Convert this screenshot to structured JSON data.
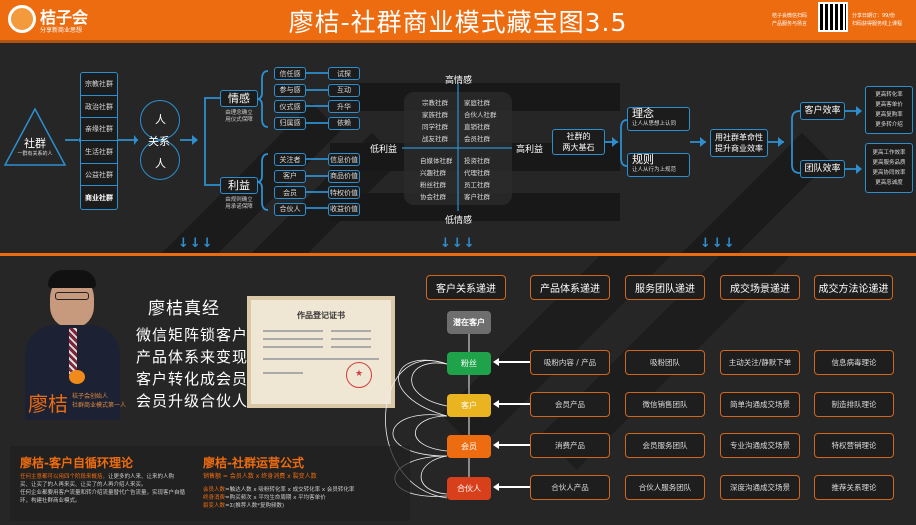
{
  "header": {
    "logo": "桔子会",
    "logo_sub": "分享新商业思想",
    "title": "廖桔-社群商业模式藏宝图3.5",
    "left_note": [
      "桔子会微信扫码",
      "产品服务与扬言"
    ],
    "right_note": [
      "分享日期订：99/份",
      "扫码获得服务线上课程"
    ],
    "accent": "#ee6c10"
  },
  "top": {
    "community": {
      "title": "社群",
      "sub": "一群有关系的人"
    },
    "types": [
      "宗教社群",
      "政治社群",
      "亲缘社群",
      "生活社群",
      "公益社群",
      "商业社群"
    ],
    "relation": {
      "top": "人",
      "mid": "关系",
      "bottom": "人"
    },
    "emotion": {
      "label": "情感",
      "sub": [
        "由理念确立",
        "用仪式保障"
      ],
      "items": [
        "信任感",
        "参与感",
        "仪式感",
        "归属感"
      ],
      "results": [
        "试探",
        "互动",
        "升华",
        "依赖"
      ]
    },
    "interest": {
      "label": "利益",
      "sub": [
        "由规则确立",
        "用承诺保障"
      ],
      "items": [
        "关注者",
        "客户",
        "会员",
        "合伙人"
      ],
      "results": [
        "信息价值",
        "商品价值",
        "特权价值",
        "收益价值"
      ]
    },
    "quadrant": {
      "top": "高情感",
      "bottom": "低情感",
      "left": "低利益",
      "right": "高利益",
      "tl": [
        "宗教社群",
        "家族社群",
        "同学社群",
        "战友社群"
      ],
      "tr": [
        "家庭社群",
        "合伙人社群",
        "直销社群",
        "会员社群"
      ],
      "bl": [
        "自媒体社群",
        "兴趣社群",
        "粉丝社群",
        "协会社群"
      ],
      "br": [
        "投资社群",
        "代理社群",
        "员工社群",
        "客户社群"
      ]
    },
    "cornerstone": [
      "社群的",
      "两大基石"
    ],
    "idea": {
      "label": "理念",
      "sub": "让人从思想上认同"
    },
    "rule": {
      "label": "规则",
      "sub": "让人从行为上规范"
    },
    "revolution": [
      "用社群革命性",
      "提升商业效率"
    ],
    "customer_eff": {
      "label": "客户效率",
      "items": [
        "更高转化率",
        "更高客单价",
        "更高复购率",
        "更多转介绍"
      ]
    },
    "team_eff": {
      "label": "团队效率",
      "items": [
        "更高工作效率",
        "更高服务品质",
        "更高协同效率",
        "更高忠诚度"
      ]
    },
    "down_arrows": "↓↓↓"
  },
  "bottom": {
    "person": {
      "name": "廖桔",
      "titles": [
        "桔子会创始人",
        "社群商业模式第一人"
      ]
    },
    "jing": {
      "title": "廖桔真经",
      "lines": [
        "微信矩阵锁客户",
        "产品体系来变现",
        "客户转化成会员",
        "会员升级合伙人"
      ]
    },
    "certificate": {
      "title": "作品登记证书"
    },
    "columns": [
      "客户关系递进",
      "产品体系递进",
      "服务团队递进",
      "成交场景递进",
      "成交方法论递进"
    ],
    "stages": [
      {
        "label": "潜在客户",
        "color": "#6e6e6e"
      },
      {
        "label": "粉丝",
        "color": "#1fa34a"
      },
      {
        "label": "客户",
        "color": "#e9b420"
      },
      {
        "label": "会员",
        "color": "#ee6c10"
      },
      {
        "label": "合伙人",
        "color": "#d8401c"
      }
    ],
    "rows": [
      [
        "吸粉内容 / 产品",
        "吸粉团队",
        "主动关注/静默下单",
        "信息病毒理论"
      ],
      [
        "会员产品",
        "微信销售团队",
        "简单沟通成交场景",
        "制造排队理论"
      ],
      [
        "消费产品",
        "会员服务团队",
        "专业沟通成交场景",
        "特权营销理论"
      ],
      [
        "合伙人产品",
        "合伙人服务团队",
        "深度沟通成交场景",
        "推荐关系理论"
      ]
    ],
    "cycle": {
      "title": "廖桔-客户自循环理论",
      "highlight": "任何主意都可以用四个阶段来概括，",
      "text1": "让更多的人来、让来的人购买、让买了的人再来买、让买了的人再介绍人来买。",
      "text2": "任何企业都要用客户流量和转介绍流量替代广告流量，实现客户自循环，构建社群商业模式。"
    },
    "formula": {
      "title": "廖桔-社群运营公式",
      "main": "销售额 = 会员人数 x 终身消费 x 裂变人数",
      "lines": [
        {
          "k": "会员人数",
          "v": "=触达人数 x 吸粉转化率 x 成交转化率 x 会员转化率"
        },
        {
          "k": "终身消费",
          "v": "=购买频次 x 平均生命周期 x 平均客单价"
        },
        {
          "k": "裂变人数",
          "v": "=Σ(推荐人数*复购频数)"
        }
      ]
    }
  }
}
